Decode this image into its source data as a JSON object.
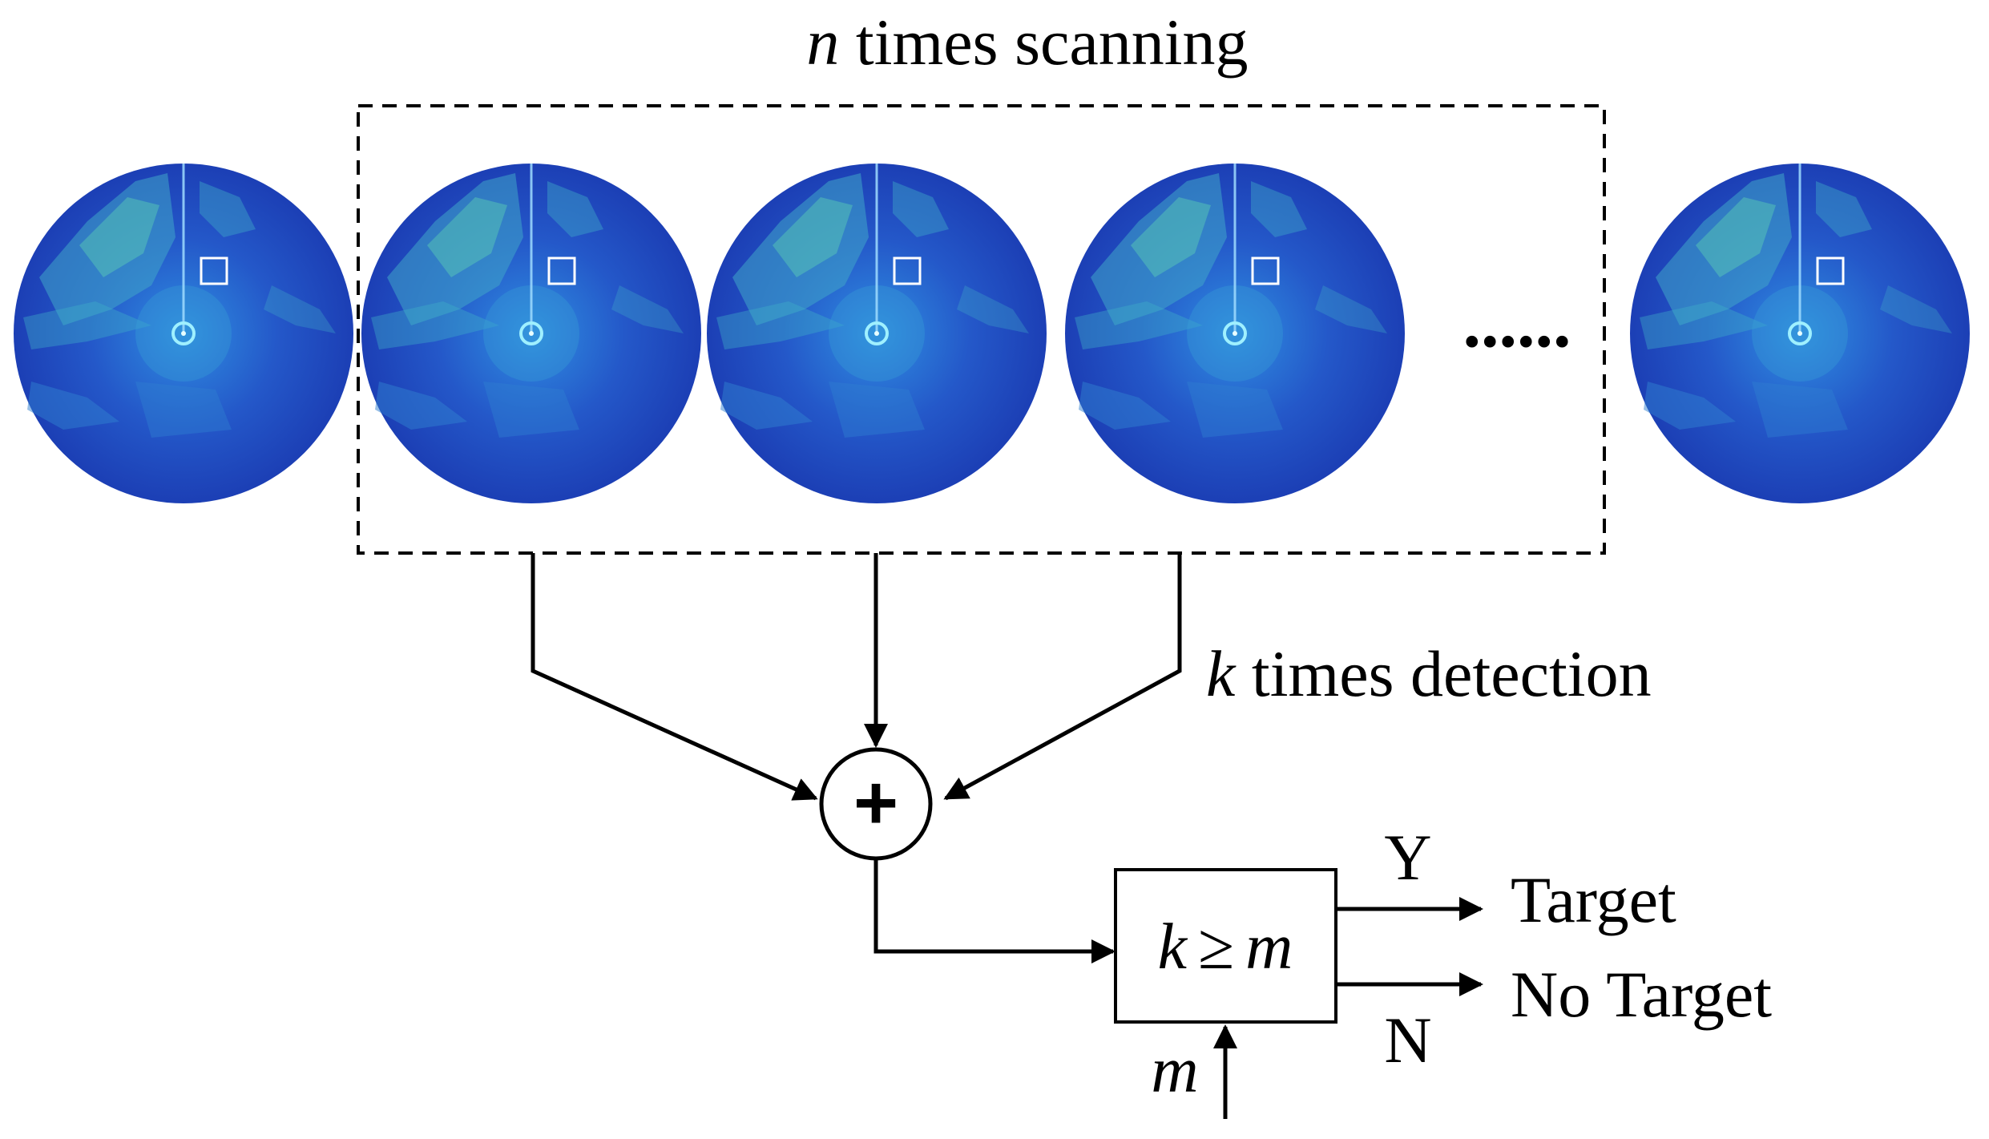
{
  "labels": {
    "scan_var": "n",
    "scan_text": " times scanning",
    "detect_var": "k",
    "detect_text": " times detection",
    "dots": "......",
    "sum_symbol": "+",
    "cond_left": "k",
    "cond_op": "≥",
    "cond_right": "m",
    "yes": "Y",
    "no": "N",
    "out_target": "Target",
    "out_no_target": "No Target",
    "threshold": "m"
  },
  "radar": {
    "count_shown": 5,
    "icon": "radar-ppi-scan-image",
    "colors": {
      "outer": "#1c3fb5",
      "mid": "#2a66d8",
      "clutter": "#3fb0c8",
      "echo": "#6fe0b0",
      "center": "#9ff0ff"
    }
  },
  "colors": {
    "line": "#000000",
    "background": "#ffffff"
  }
}
